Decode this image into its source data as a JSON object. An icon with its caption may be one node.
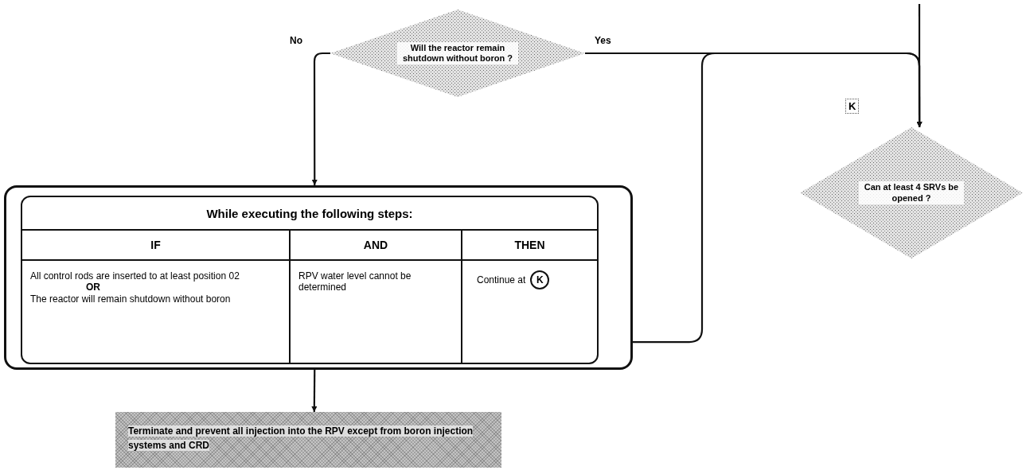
{
  "diagram": {
    "nodes": [
      {
        "text": [
          "Will the reactor remain shutdown without boron ?"
        ]
      },
      {
        "text": [
          "While executing the following steps:"
        ]
      },
      {
        "text": [
          "Terminate and prevent all injection into the RPV except from boron injection systems and CRD"
        ]
      },
      {
        "text": [
          "Can at least 4 SRVs be opened ?"
        ],
        "beside": [
          "K"
        ]
      }
    ],
    "edges": [
      {
        "from": 0,
        "to": 1,
        "arrow": "to",
        "label": "No"
      },
      {
        "from": 0,
        "to": 3,
        "arrow": "to",
        "label": "Yes"
      },
      {
        "from": null,
        "to": 3,
        "arrow": "to"
      },
      {
        "from": 1,
        "to": 3,
        "arrow": "to"
      },
      {
        "from": 1,
        "to": 2,
        "arrow": "to"
      }
    ],
    "labels": [
      "IF",
      "AND",
      "THEN",
      "All control rods are inserted to at least position 02",
      "OR",
      "The reactor will remain shutdown without boron",
      "RPV water level cannot be determined",
      "Continue at",
      "K"
    ]
  }
}
